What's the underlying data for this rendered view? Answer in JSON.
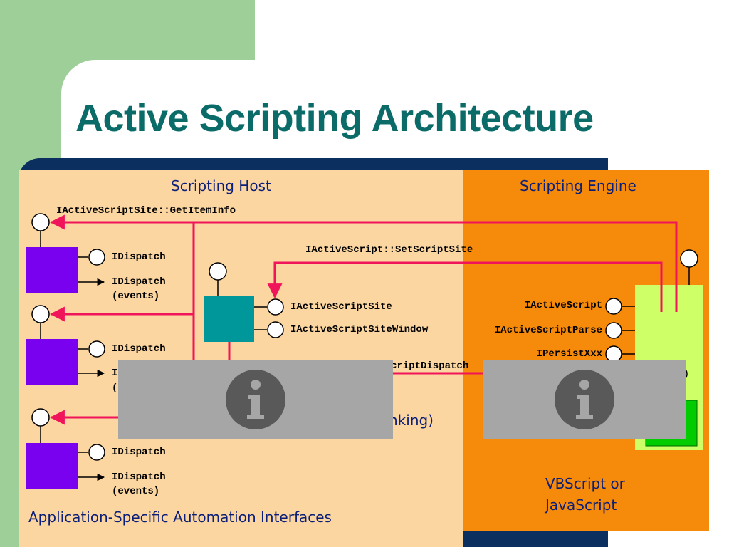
{
  "slide": {
    "title": "Active Scripting Architecture"
  },
  "diagram": {
    "host_title": "Scripting Host",
    "engine_title": "Scripting Engine",
    "get_item_info": "IActiveScriptSite::GetItemInfo",
    "set_script_site": "IActiveScript::SetScriptSite",
    "script_dispatch_partial": "criptDispatch",
    "advise_partial": "nking)",
    "automation_interfaces": "Application-Specific Automation Interfaces",
    "engine_language_line1": "VBScript or",
    "engine_language_line2": "JavaScript",
    "objects": [
      {
        "idispatch": "IDispatch",
        "events_line1": "IDispatch",
        "events_line2": "(events)"
      },
      {
        "idispatch": "IDispatch",
        "events_line1": "I",
        "events_line2": "("
      },
      {
        "idispatch": "IDispatch",
        "events_line1": "IDispatch",
        "events_line2": "(events)"
      }
    ],
    "site_interfaces": {
      "site": "IActiveScriptSite",
      "site_window": "IActiveScriptSiteWindow"
    },
    "engine_interfaces": {
      "active_script": "IActiveScript",
      "active_script_parse": "IActiveScriptParse",
      "persist": "IPersistXxx"
    }
  },
  "overlays": {
    "icon": "info-icon",
    "glyph": "i"
  },
  "colors": {
    "title": "#0b6b68",
    "host_bg": "#fcd6a0",
    "engine_bg": "#f68a0a",
    "object_box": "#7a00f0",
    "site_box": "#00979a",
    "engine_box": "#cfff66",
    "engine_inner": "#00cc00",
    "arrow": "#f0145a",
    "label_blue": "#0b1f78",
    "overlay": "#a6a6a6"
  }
}
